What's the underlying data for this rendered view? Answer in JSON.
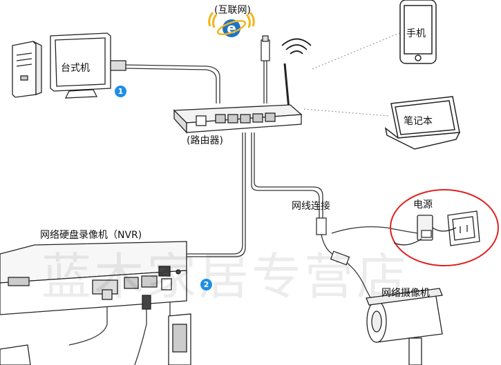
{
  "labels": {
    "internet": "(互联网)",
    "desktop": "台式机",
    "phone": "手机",
    "laptop": "笔记本",
    "router": "(路由器)",
    "cable_connect": "网线连接",
    "power": "电源",
    "nvr": "网络硬盘录像机（NVR)",
    "camera": "网络摄像机"
  },
  "badges": {
    "one": "1",
    "two": "2"
  },
  "watermark": "蓝木家居专营店",
  "colors": {
    "badge": "#1f8fe6",
    "highlight_circle": "#e02020",
    "ie_blue": "#1a73c9",
    "ie_ring": "#f2b418",
    "line": "#222222"
  }
}
